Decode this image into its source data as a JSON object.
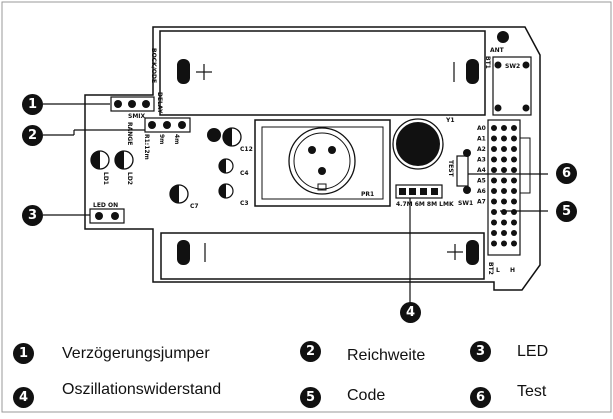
{
  "legend": [
    {
      "num": "1",
      "label": "Verzögerungsjumper"
    },
    {
      "num": "2",
      "label": "Reichweite"
    },
    {
      "num": "3",
      "label": "LED"
    },
    {
      "num": "4",
      "label": "Oszillationswiderstand"
    },
    {
      "num": "5",
      "label": "Code"
    },
    {
      "num": "6",
      "label": "Test"
    }
  ],
  "callouts": [
    "1",
    "2",
    "3",
    "4",
    "5",
    "6"
  ],
  "board_labels": {
    "battery_top": "BOCK/ODE",
    "ant": "ANT",
    "sw2": "SW2",
    "bt1": "BT1",
    "y1": "Y1",
    "pr1": "PR1",
    "c12": "C12",
    "c4": "C4",
    "c3": "C3",
    "c7": "C7",
    "ld1": "LD1",
    "ld2": "LD2",
    "smix": "SMIX",
    "delay": "DELAY",
    "range": "RANGE",
    "r1": "R1:12m",
    "r2": "9m",
    "r3": "4m",
    "led_on": "LED ON",
    "res_row": "4.7M 6M 8M LMK",
    "sw1": "SW1",
    "test": "TEST",
    "bt2": "BT2",
    "code_rows": [
      "A0",
      "A1",
      "A2",
      "A3",
      "A4",
      "A5",
      "A6",
      "A7"
    ],
    "l": "L",
    "h": "H"
  }
}
